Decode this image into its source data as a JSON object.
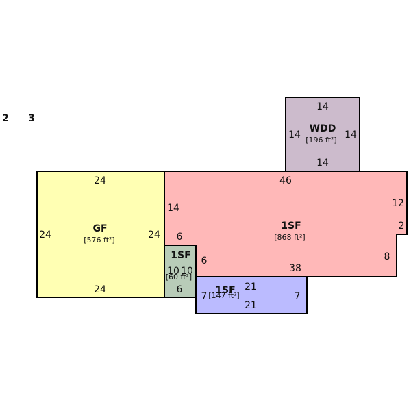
{
  "page_indices": [
    "2",
    "3"
  ],
  "areas": {
    "gf": {
      "label": "GF",
      "area": "[576 ft²]",
      "fill": "#ffffb3",
      "dims": {
        "top": "24",
        "bottom": "24",
        "left": "24",
        "right": "24"
      }
    },
    "first_floor": {
      "label": "1SF",
      "area": "[868 ft²]",
      "fill": "#ffb8b8",
      "dims": {
        "top": "46",
        "right_upper": "12",
        "step": "2",
        "right_lower": "8",
        "bottom": "38",
        "inner_left": "14",
        "inner_left_lower": "6",
        "notch_side": "6"
      }
    },
    "first_floor_small": {
      "label": "1SF",
      "area": "[60 ft²]",
      "fill": "#b8ccb8",
      "dims": {
        "left": "10",
        "right": "10",
        "bottom": "6"
      }
    },
    "first_floor_bottom": {
      "label": "1SF",
      "area": "[147 ft²]",
      "fill": "#bbbbff",
      "dims": {
        "left": "7",
        "right": "7",
        "top": "21",
        "bottom": "21"
      }
    },
    "wdd": {
      "label": "WDD",
      "area": "[196 ft²]",
      "fill": "#ccbbcc",
      "dims": {
        "top": "14",
        "bottom": "14",
        "left": "14",
        "right": "14"
      }
    }
  }
}
